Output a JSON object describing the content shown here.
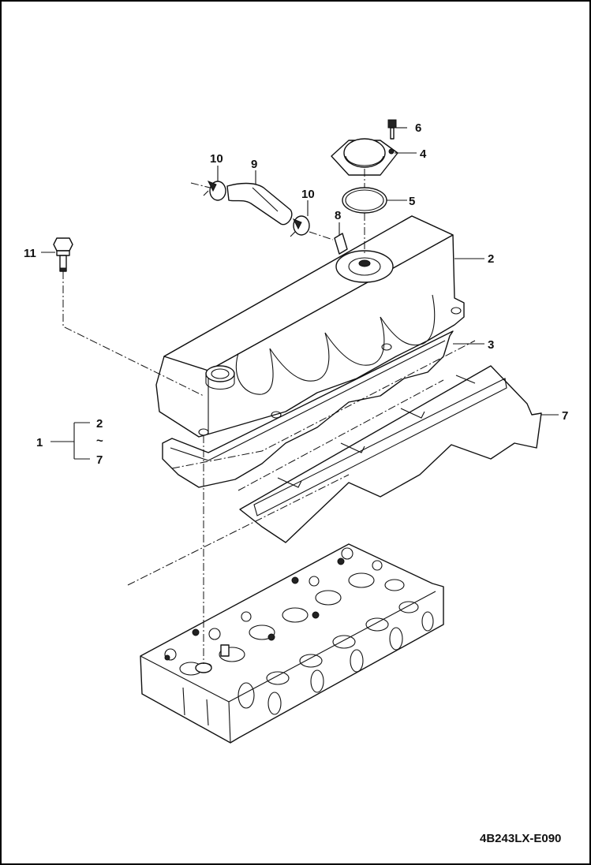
{
  "callouts": {
    "c1": "1",
    "c2": "2",
    "c3": "3",
    "c4": "4",
    "c5": "5",
    "c6": "6",
    "c7": "7",
    "c8": "8",
    "c9": "9",
    "c10a": "10",
    "c10b": "10",
    "c11": "11"
  },
  "group": {
    "start": "2",
    "tilde": "~",
    "end": "7"
  },
  "drawing_code": "4B243LX-E090"
}
